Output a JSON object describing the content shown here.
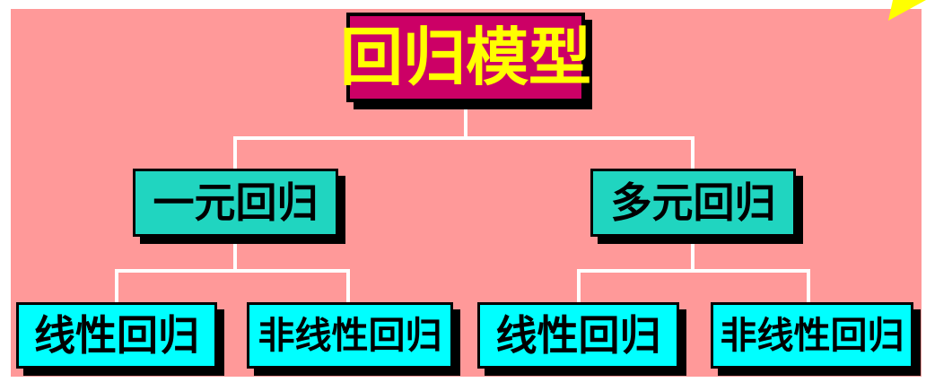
{
  "diagram": {
    "title": {
      "label": "回归模型"
    },
    "branches": [
      {
        "label": "一元回归",
        "children": [
          {
            "label": "线性回归"
          },
          {
            "label": "非线性回归"
          }
        ]
      },
      {
        "label": "多元回归",
        "children": [
          {
            "label": "线性回归"
          },
          {
            "label": "非线性回归"
          }
        ]
      }
    ]
  },
  "colors": {
    "page_bg": "#FFFFFF",
    "canvas_bg": "#FF9999",
    "root_bg": "#CC0066",
    "root_text": "#FFFF00",
    "branch_bg": "#20D5C0",
    "leaf_bg": "#00FFFF",
    "node_text": "#000000",
    "border": "#000000",
    "connector": "#FFFFFF",
    "arrow": "#FFFF00"
  },
  "decorations": {
    "corner_arrow": "yellow-arrow"
  }
}
